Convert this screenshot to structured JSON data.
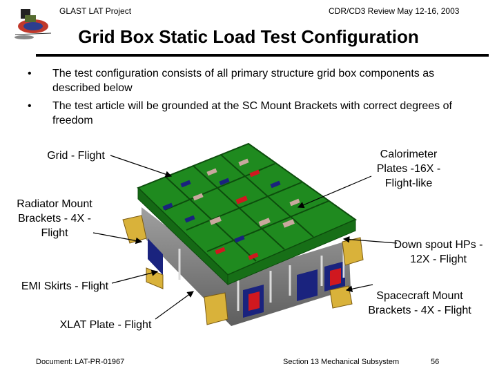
{
  "header": {
    "project": "GLAST LAT Project",
    "review": "CDR/CD3 Review May 12-16, 2003"
  },
  "title": "Grid Box Static Load Test Configuration",
  "bullets": [
    "The test configuration consists of all primary structure grid box components as described below",
    "The test article will be grounded at the SC Mount Brackets with correct degrees of freedom"
  ],
  "bullet_symbol": "•",
  "labels": {
    "grid": "Grid - Flight",
    "radiator": "Radiator Mount Brackets - 4X - Flight",
    "emi": "EMI Skirts - Flight",
    "xlat": "XLAT Plate - Flight",
    "calorimeter": "Calorimeter Plates -16X - Flight-like",
    "downspout": "Down spout HPs - 12X - Flight",
    "spacecraft": "Spacecraft Mount Brackets - 4X - Flight"
  },
  "footer": {
    "document": "Document:   LAT-PR-01967",
    "section": "Section 13   Mechanical Subsystem",
    "page": "56"
  },
  "colors": {
    "grid_green": "#1f8a1f",
    "grid_dark": "#0d4d0d",
    "plate_red": "#d0181f",
    "plate_blue": "#1a237e",
    "plate_pink": "#c9a89e",
    "bracket_gold": "#d9b23a",
    "skirt_gray": "#8c8c8c"
  }
}
